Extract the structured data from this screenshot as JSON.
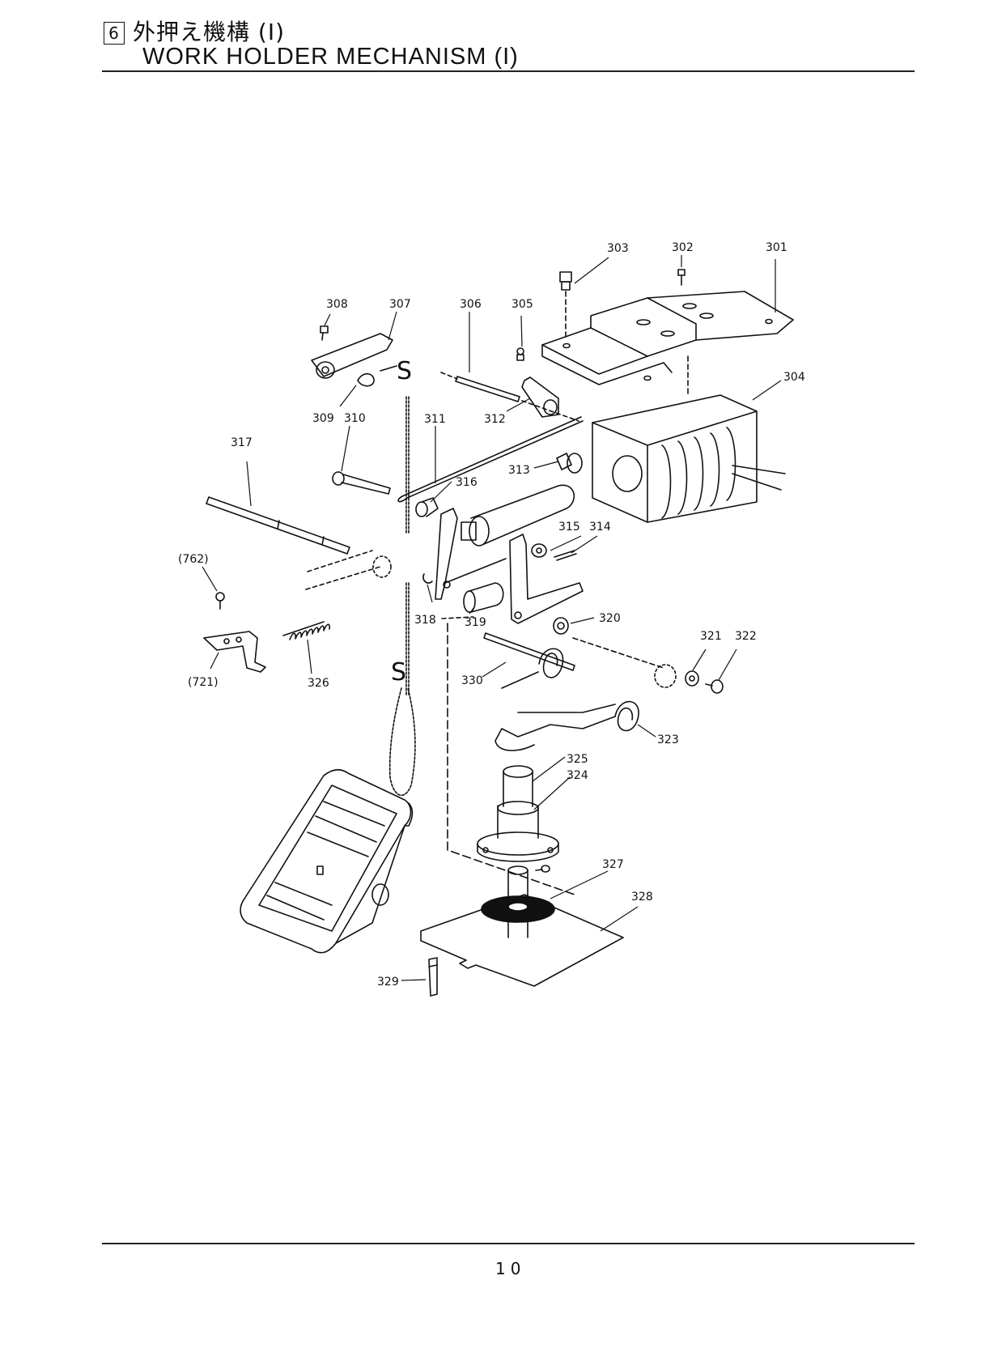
{
  "header": {
    "section_number": "6",
    "title_jp": "外押え機構 (I)",
    "title_en": "WORK HOLDER MECHANISM (I)"
  },
  "diagram": {
    "labels": {
      "p301": "301",
      "p302": "302",
      "p303": "303",
      "p304": "304",
      "p305": "305",
      "p306": "306",
      "p307": "307",
      "p308": "308",
      "p309": "309",
      "p310": "310",
      "p311": "311",
      "p312": "312",
      "p313": "313",
      "p314": "314",
      "p315": "315",
      "p316": "316",
      "p317": "317",
      "p318": "318",
      "p319": "319",
      "p320": "320",
      "p321": "321",
      "p322": "322",
      "p323": "323",
      "p324": "324",
      "p325": "325",
      "p326": "326",
      "p327": "327",
      "p328": "328",
      "p329": "329",
      "p330": "330",
      "p762": "(762)",
      "p721": "(721)"
    },
    "hook_marks": {
      "s1": "S",
      "s2": "S"
    }
  },
  "footer": {
    "page_number": "10"
  }
}
